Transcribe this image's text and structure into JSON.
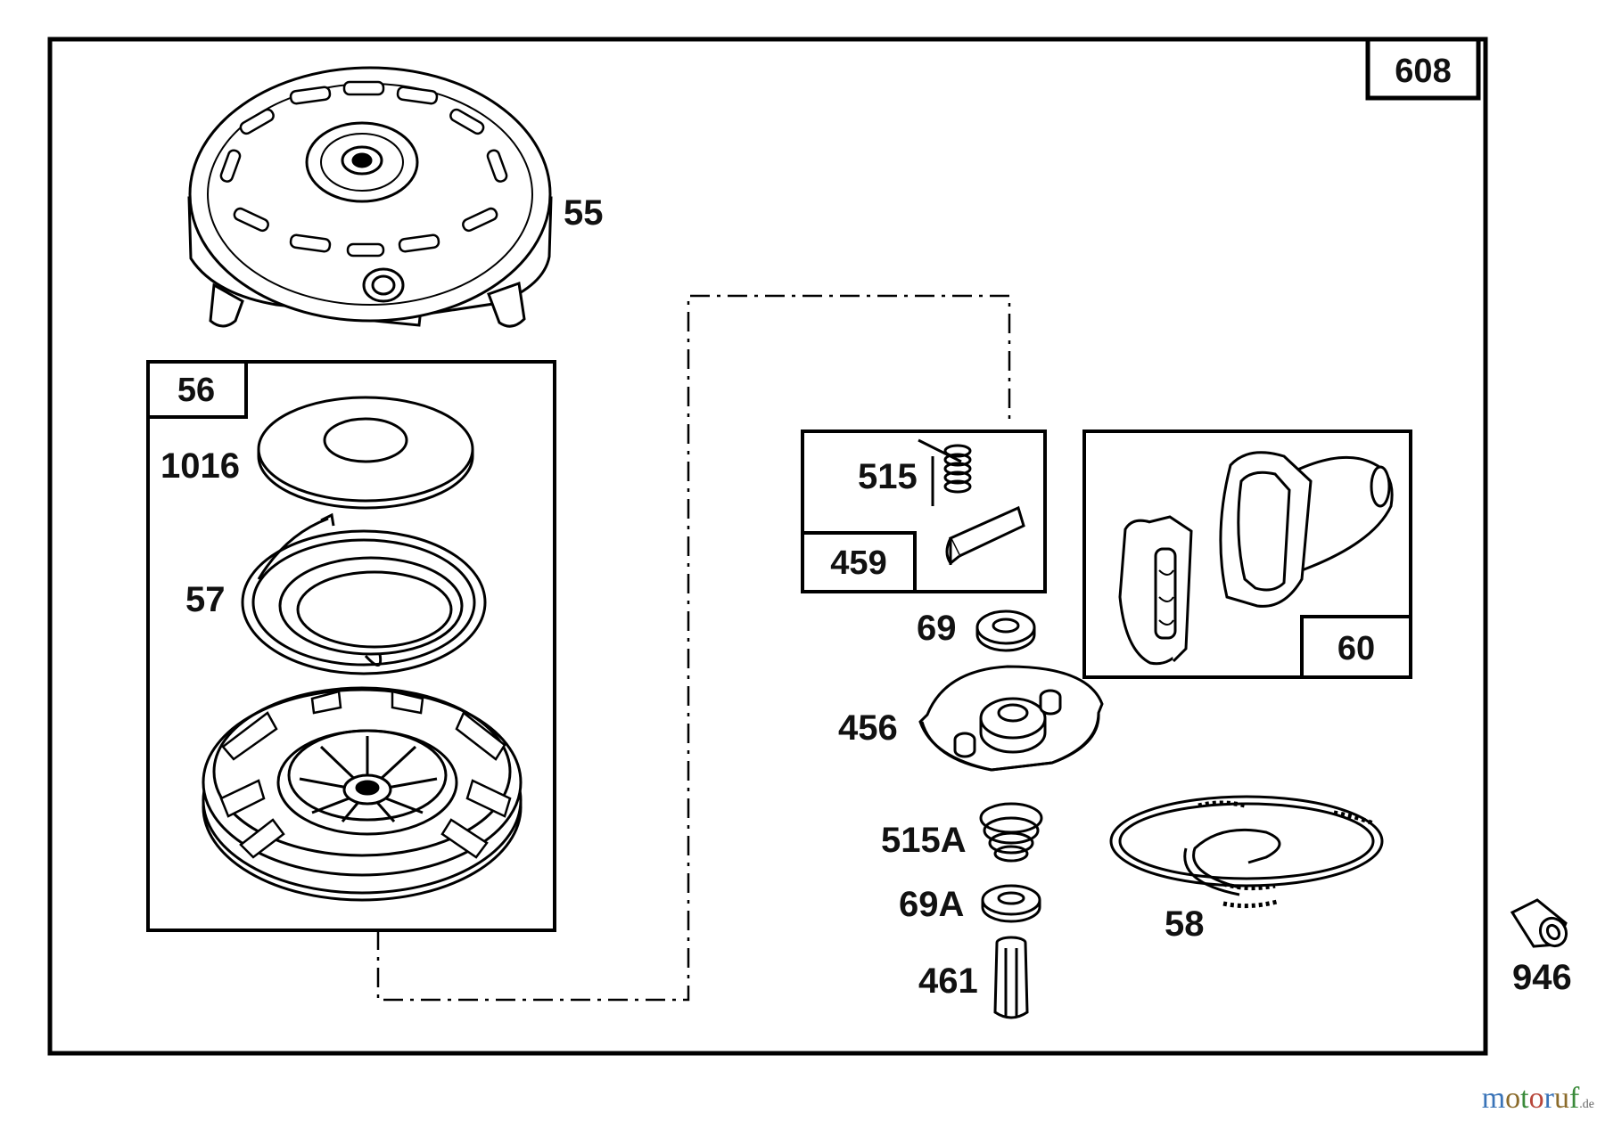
{
  "diagram": {
    "group_box_number": "608",
    "labels": {
      "p55": "55",
      "p56": "56",
      "p1016": "1016",
      "p57": "57",
      "p515": "515",
      "p459": "459",
      "p60": "60",
      "p69": "69",
      "p456": "456",
      "p515a": "515A",
      "p69a": "69A",
      "p461": "461",
      "p58": "58",
      "p946": "946"
    }
  },
  "watermark": {
    "text": "motoruf",
    "suffix": ".de",
    "colors": [
      "#3a74b8",
      "#8a6a2a",
      "#3a8a3a",
      "#b8463a"
    ]
  }
}
